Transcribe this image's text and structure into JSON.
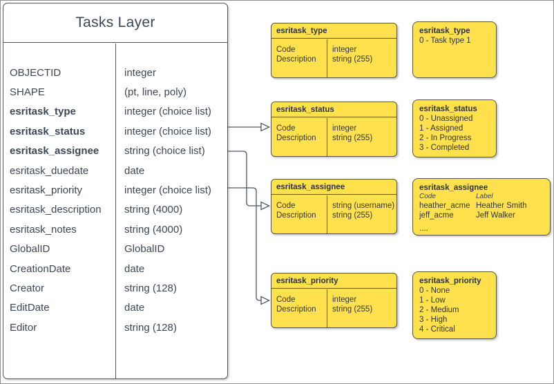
{
  "diagram": {
    "tasks_table": {
      "title": "Tasks Layer",
      "rows": [
        {
          "field": "OBJECTID",
          "type": "integer",
          "bold": false
        },
        {
          "field": "SHAPE",
          "type": "(pt, line, poly)",
          "bold": false
        },
        {
          "field": "esritask_type",
          "type": "integer (choice list)",
          "bold": true
        },
        {
          "field": "esritask_status",
          "type": "integer (choice list)",
          "bold": true
        },
        {
          "field": "esritask_assignee",
          "type": "string (choice list)",
          "bold": true
        },
        {
          "field": "esritask_duedate",
          "type": "date",
          "bold": false
        },
        {
          "field": "esritask_priority",
          "type": "integer (choice list)",
          "bold": false
        },
        {
          "field": "esritask_description",
          "type": "string (4000)",
          "bold": false
        },
        {
          "field": "esritask_notes",
          "type": "string (4000)",
          "bold": false
        },
        {
          "field": "GlobalID",
          "type": "GlobalID",
          "bold": false
        },
        {
          "field": "CreationDate",
          "type": "date",
          "bold": false
        },
        {
          "field": "Creator",
          "type": "string (128)",
          "bold": false
        },
        {
          "field": "EditDate",
          "type": "date",
          "bold": false
        },
        {
          "field": "Editor",
          "type": "string (128)",
          "bold": false
        }
      ]
    },
    "domain_tables": [
      {
        "title": "esritask_type",
        "rows": [
          {
            "field": "Code",
            "type": "integer"
          },
          {
            "field": "Description",
            "type": "string (255)"
          }
        ]
      },
      {
        "title": "esritask_status",
        "rows": [
          {
            "field": "Code",
            "type": "integer"
          },
          {
            "field": "Description",
            "type": "string (255)"
          }
        ]
      },
      {
        "title": "esritask_assignee",
        "rows": [
          {
            "field": "Code",
            "type": "string (username)"
          },
          {
            "field": "Description",
            "type": "string (255)"
          }
        ]
      },
      {
        "title": "esritask_priority",
        "rows": [
          {
            "field": "Code",
            "type": "integer"
          },
          {
            "field": "Description",
            "type": "string (255)"
          }
        ]
      }
    ],
    "value_lists": [
      {
        "title": "esritask_type",
        "values": [
          "0 - Task type 1"
        ]
      },
      {
        "title": "esritask_status",
        "values": [
          "0 - Unassigned",
          "1 - Assigned",
          "2 - In Progress",
          "3 - Completed"
        ]
      },
      {
        "title": "esritask_assignee",
        "columns": [
          "Code",
          "Label"
        ],
        "entries": [
          [
            "heather_acme",
            "Heather Smith"
          ],
          [
            "jeff_acme",
            "Jeff Walker"
          ]
        ],
        "more": "...."
      },
      {
        "title": "esritask_priority",
        "values": [
          "0 - None",
          "1 - Low",
          "2 - Medium",
          "3 - High",
          "4 - Critical"
        ]
      }
    ],
    "colors": {
      "box_fill": "#FFE14D",
      "stroke": "#4d5563",
      "box_stroke": "#55544a",
      "table_text": "#3d4754",
      "box_text": "#2a333f"
    }
  }
}
